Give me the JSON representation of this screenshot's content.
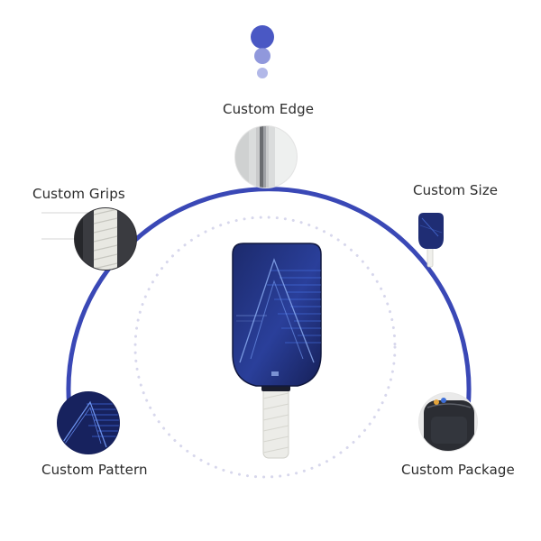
{
  "labels": {
    "custom_edge": "Custom Edge",
    "custom_grips": "Custom Grips",
    "custom_size": "Custom Size",
    "custom_pattern": "Custom Pattern",
    "custom_package": "Custom Package"
  },
  "colors": {
    "arc": "#3a48b6",
    "dots": "#5663c8",
    "dotted_ring": "#d7d7ec",
    "paddle_face": "#1b2a6e",
    "paddle_accent": "#3f6be0",
    "grip": "#ecece8",
    "text": "#2b2b2b"
  },
  "icons": {
    "edge_thumb": "paddle-edge-closeup-icon",
    "grips_thumb": "grip-wrap-closeup-icon",
    "size_thumb": "small-paddle-icon",
    "pattern_thumb": "pattern-closeup-icon",
    "package_thumb": "paddle-bag-icon",
    "center": "pickleball-paddle-icon"
  }
}
